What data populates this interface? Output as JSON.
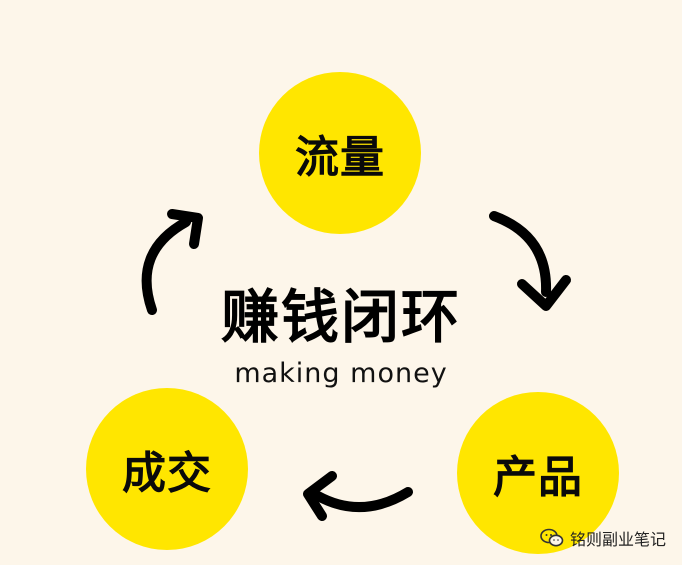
{
  "diagram": {
    "title": "赚钱闭环",
    "subtitle": "making money",
    "nodes": [
      {
        "id": "traffic",
        "label": "流量"
      },
      {
        "id": "product",
        "label": "产品"
      },
      {
        "id": "deal",
        "label": "成交"
      }
    ]
  },
  "watermark": {
    "text": "铭则副业笔记",
    "icon": "wechat-icon"
  },
  "colors": {
    "background": "#fdf6ea",
    "node_fill": "#ffe600",
    "text": "#000000"
  }
}
